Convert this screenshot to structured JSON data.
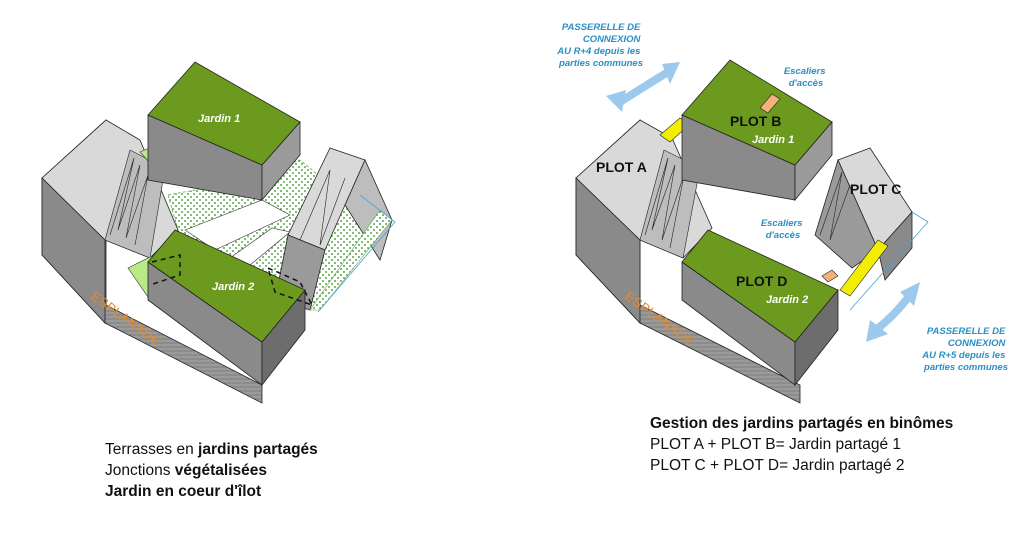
{
  "left_diagram": {
    "garden_top_label": "Jardin  1",
    "garden_bottom_label": "Jardin  2",
    "esplanade_label": "ESPLANADE"
  },
  "right_diagram": {
    "plot_a": "PLOT A",
    "plot_b": "PLOT B",
    "plot_c": "PLOT C",
    "plot_d": "PLOT D",
    "garden_1": "Jardin  1",
    "garden_2": "Jardin  2",
    "stairs_top": [
      "Escaliers",
      "d'accès"
    ],
    "stairs_mid": [
      "Escaliers",
      "d'accès"
    ],
    "walkway_top": [
      "PASSERELLE DE",
      "CONNEXION",
      "AU R+4 depuis les",
      "parties communes"
    ],
    "walkway_bottom": [
      "PASSERELLE DE",
      "CONNEXION",
      "AU R+5 depuis les",
      "parties communes"
    ],
    "esplanade_label": "ESPLANADE"
  },
  "caption_left": {
    "line1_plain": "Terrasses en ",
    "line1_bold": "jardins partagés",
    "line2_plain": "Jonctions ",
    "line2_bold": "végétalisées",
    "line3_bold": "Jardin en coeur d'îlot"
  },
  "caption_right": {
    "heading": "Gestion des jardins partagés en binômes",
    "line1": "PLOT A + PLOT B= Jardin partagé 1",
    "line2": "PLOT C + PLOT D= Jardin partagé 2"
  },
  "colors": {
    "roof_green": "#6b9a1e",
    "light_green": "#b8ea86",
    "wall_dark": "#8a8a8a",
    "roof_grey": "#d9d9d9",
    "walkway_yellow": "#f2ee00",
    "stairs_orange": "#f2b27a",
    "arrow_blue": "#9cc9ec",
    "label_blue": "#2a8fc4",
    "esplanade_orange": "#e8892a"
  }
}
